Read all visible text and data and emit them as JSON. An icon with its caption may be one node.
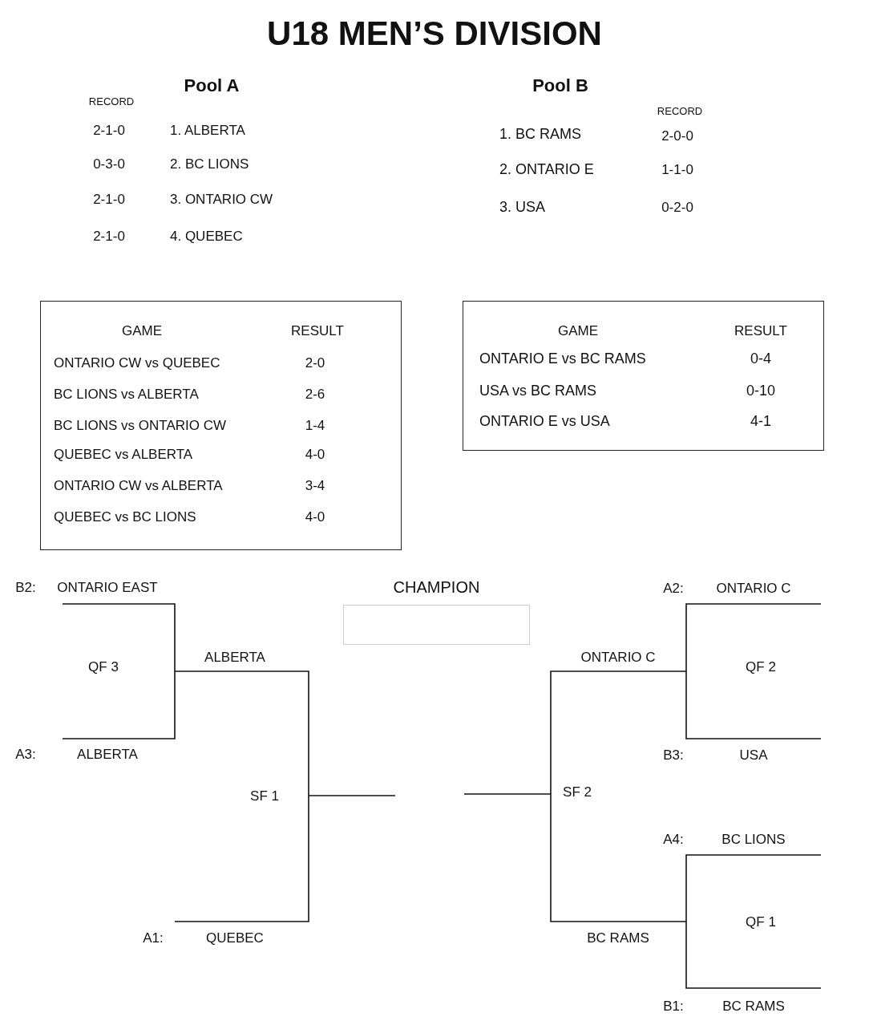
{
  "diagram": {
    "title": "U18 MEN’S DIVISION",
    "nodes": [
      {
        "text": [
          "GAME",
          "RESULT",
          "ONTARIO CW vs QUEBEC",
          "2-0",
          "BC LIONS vs ALBERTA",
          "2-6",
          "BC LIONS vs ONTARIO CW",
          "1-4",
          "QUEBEC vs ALBERTA",
          "4-0",
          "ONTARIO CW vs ALBERTA",
          "3-4",
          "QUEBEC vs BC LIONS",
          "4-0"
        ]
      },
      {
        "text": [
          "GAME",
          "RESULT",
          "ONTARIO E vs BC RAMS",
          "0-4",
          "USA vs BC RAMS",
          "0-10",
          "ONTARIO E vs USA",
          "4-1"
        ]
      },
      {
        "text": [
          "CHAMPION"
        ]
      }
    ],
    "labels": [
      "Pool A",
      "RECORD",
      "2-1-0",
      "1. ALBERTA",
      "0-3-0",
      "2. BC LIONS",
      "2-1-0",
      "3. ONTARIO CW",
      "2-1-0",
      "4. QUEBEC",
      "Pool B",
      "RECORD",
      "1. BC RAMS",
      "2-0-0",
      "2. ONTARIO E",
      "1-1-0",
      "3. USA",
      "0-2-0",
      "B2:",
      "ONTARIO EAST",
      "A2:",
      "ONTARIO C",
      "ALBERTA",
      "ONTARIO C",
      "QF 3",
      "QF 2",
      "A3:",
      "ALBERTA",
      "B3:",
      "USA",
      "SF 2",
      "SF 1",
      "A4:",
      "BC LIONS",
      "QF 1",
      "A1:",
      "QUEBEC",
      "BC RAMS",
      "B1:",
      "BC RAMS"
    ]
  }
}
